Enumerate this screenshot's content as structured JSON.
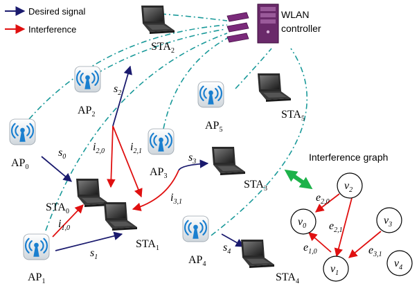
{
  "legend": {
    "desired": "Desired signal",
    "interference": "Interference"
  },
  "controller": {
    "line1": "WLAN",
    "line2": "controller"
  },
  "aps": [
    {
      "base": "AP",
      "sub": "0"
    },
    {
      "base": "AP",
      "sub": "1"
    },
    {
      "base": "AP",
      "sub": "2"
    },
    {
      "base": "AP",
      "sub": "3"
    },
    {
      "base": "AP",
      "sub": "4"
    },
    {
      "base": "AP",
      "sub": "5"
    }
  ],
  "stas": [
    {
      "base": "STA",
      "sub": "0"
    },
    {
      "base": "STA",
      "sub": "1"
    },
    {
      "base": "STA",
      "sub": "2"
    },
    {
      "base": "STA",
      "sub": "3"
    },
    {
      "base": "STA",
      "sub": "4"
    },
    {
      "base": "STA",
      "sub": "5"
    }
  ],
  "signals": [
    {
      "base": "s",
      "sub": "0"
    },
    {
      "base": "s",
      "sub": "1"
    },
    {
      "base": "s",
      "sub": "2"
    },
    {
      "base": "s",
      "sub": "3"
    },
    {
      "base": "s",
      "sub": "4"
    }
  ],
  "interferences": [
    {
      "base": "i",
      "sub": "1,0"
    },
    {
      "base": "i",
      "sub": "2,0"
    },
    {
      "base": "i",
      "sub": "2,1"
    },
    {
      "base": "i",
      "sub": "3,1"
    }
  ],
  "graph": {
    "title": "Interference graph",
    "vertices": [
      {
        "base": "v",
        "sub": "0"
      },
      {
        "base": "v",
        "sub": "1"
      },
      {
        "base": "v",
        "sub": "2"
      },
      {
        "base": "v",
        "sub": "3"
      },
      {
        "base": "v",
        "sub": "4"
      }
    ],
    "edges": [
      {
        "base": "e",
        "sub": "2,0"
      },
      {
        "base": "e",
        "sub": "2,1"
      },
      {
        "base": "e",
        "sub": "1,0"
      },
      {
        "base": "e",
        "sub": "3,1"
      }
    ]
  },
  "colors": {
    "desired": "#1a1a6e",
    "interference": "#e01010",
    "backhaul": "#1a9a9a",
    "controller": "#7a2a7a",
    "graph_link": "#1db24a"
  }
}
